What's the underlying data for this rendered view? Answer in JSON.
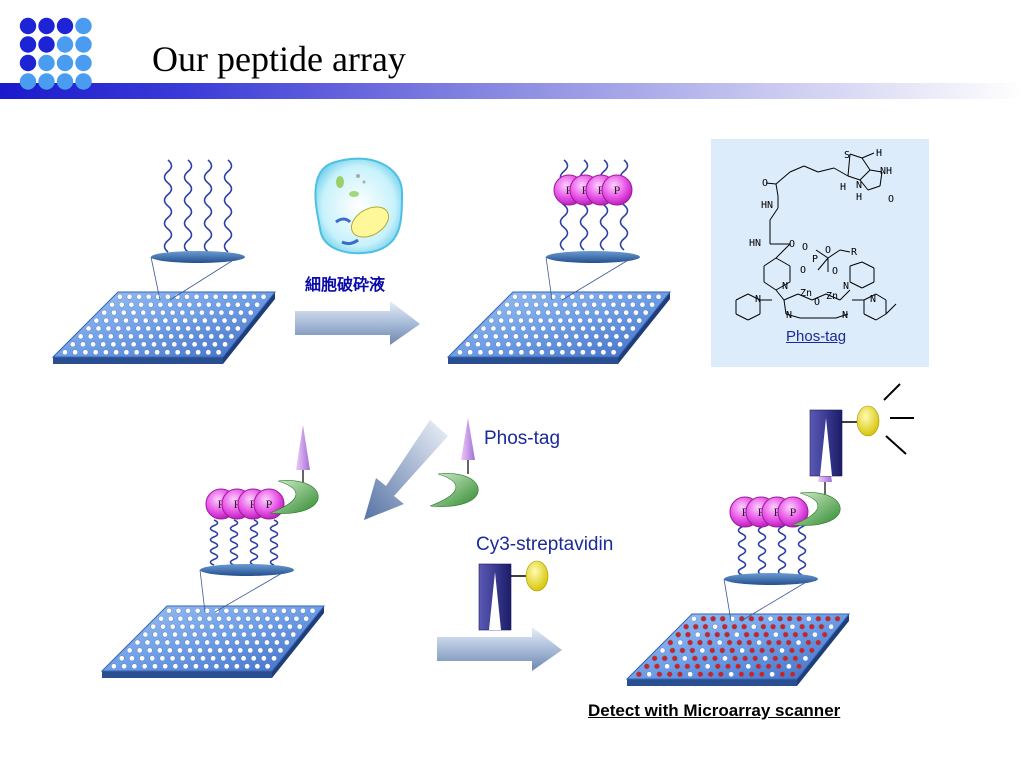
{
  "slide": {
    "title": "Our peptide array"
  },
  "labels": {
    "lysate_jp": "細胞破砕液",
    "phos_tag": "Phos-tag",
    "cy3_streptavidin": "Cy3-streptavidin",
    "detect": "Detect with Microarray scanner",
    "phos_tag_structure_caption": "Phos-tag",
    "phospho_letter": "P"
  },
  "structure_atoms": [
    "S",
    "H",
    "NH",
    "H",
    "N",
    "H",
    "O",
    "O",
    "HN",
    "HN",
    "O",
    "O",
    "P",
    "O",
    "R",
    "O",
    "O",
    "N",
    "N",
    "N",
    "N",
    "N",
    "N",
    "Zn",
    "Zn",
    "O"
  ],
  "colors": {
    "logo_dark": "#1c24d6",
    "logo_light": "#4a9cf0",
    "array_blue": "#3f6fc8",
    "spot_red": "#cc2222",
    "phospho_pink": "#e040e0",
    "phostag_green": "#3c9a3c",
    "cy3_yellow": "#e8d400",
    "streptavidin_navy": "#2a2a7a",
    "structure_panel": "#dcecfb"
  },
  "icons": [
    "logo-dot-grid",
    "cell-lysate-icon",
    "microarray-plate-icon",
    "peptide-strand-icon",
    "phospho-bead-icon",
    "phos-tag-crescent-icon",
    "cy3-streptavidin-icon",
    "light-emission-icon",
    "process-arrow-icon"
  ]
}
